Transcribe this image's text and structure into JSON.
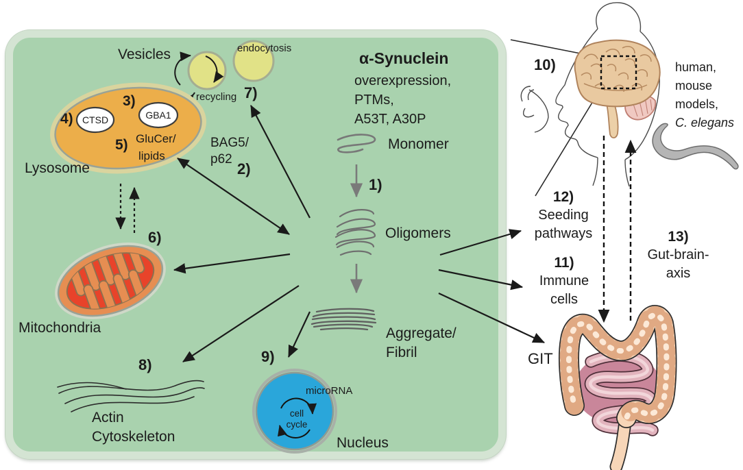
{
  "figure": {
    "type": "pathway-diagram",
    "topic": "alpha-Synuclein cellular pathways and model systems"
  },
  "colors": {
    "cell_fill": "#a9d2ae",
    "cell_rim": "#d4e4d3",
    "vesicle_fill": "#e1e287",
    "lysosome_fill": "#ecae4a",
    "mitochondria_outer": "#e68e52",
    "mitochondria_inner": "#e8432a",
    "nucleus_fill": "#2aa6da",
    "squiggle_gray": "#757575",
    "brain_fill": "#e9c9a0",
    "cerebellum_fill": "#f0c9c2",
    "colon_fill": "#f7d6b8",
    "small_intestine_fill": "#e2b3bd",
    "worm_fill": "#b5b5b5",
    "arrow_black": "#1a1a1a"
  },
  "cell": {
    "vesicles": "Vesicles",
    "endocytosis": "endocytosis",
    "recycling": "recycling",
    "lysosome": "Lysosome",
    "ctsd": "CTSD",
    "gba1": "GBA1",
    "glucer_line1": "GluCer/",
    "glucer_line2": "lipids",
    "bag5_line1": "BAG5/",
    "bag5_line2": "p62",
    "mitochondria": "Mitochondria",
    "actin_line1": "Actin",
    "actin_line2": "Cytoskeleton",
    "nucleus": "Nucleus",
    "microrna": "microRNA",
    "cell_cycle_line1": "cell",
    "cell_cycle_line2": "cycle"
  },
  "pathway": {
    "title": "α-Synuclein",
    "modifiers_line1": "overexpression,",
    "modifiers_line2": "PTMs,",
    "modifiers_line3": "A53T, A30P",
    "monomer": "Monomer",
    "oligomers": "Oligomers",
    "aggregate_line1": "Aggregate/",
    "aggregate_line2": "Fibril"
  },
  "steps": {
    "s1": "1)",
    "s2": "2)",
    "s3": "3)",
    "s4": "4)",
    "s5": "5)",
    "s6": "6)",
    "s7": "7)",
    "s8": "8)",
    "s9": "9)",
    "s10": "10)",
    "s11": "11)",
    "s12": "12)",
    "s13": "13)"
  },
  "right_panel": {
    "models_line1": "human,",
    "models_line2": "mouse",
    "models_line3": "models,",
    "models_line4": "C. elegans",
    "step12_line1": "Seeding",
    "step12_line2": "pathways",
    "step11_line1": "Immune",
    "step11_line2": "cells",
    "step13_line1": "Gut-brain-",
    "step13_line2": "axis",
    "git": "GIT"
  }
}
